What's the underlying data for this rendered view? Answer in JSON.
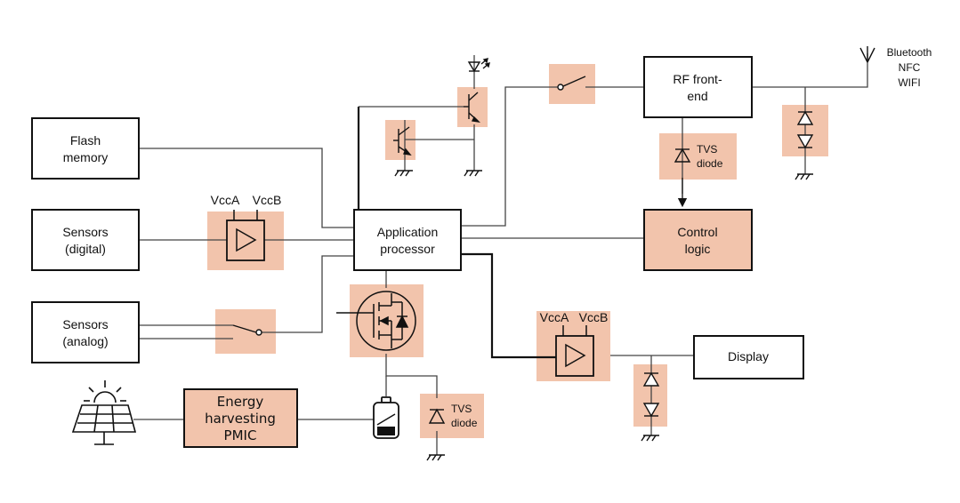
{
  "blocks": {
    "flash": [
      "Flash",
      "memory"
    ],
    "sensors_digital": [
      "Sensors",
      "(digital)"
    ],
    "sensors_analog": [
      "Sensors",
      "(analog)"
    ],
    "app_processor": [
      "Application",
      "processor"
    ],
    "rf_frontend": [
      "RF front-",
      "end"
    ],
    "control_logic": [
      "Control",
      "logic"
    ],
    "display": "Display",
    "energy_pmic": [
      "Energy",
      "harvesting",
      "PMIC"
    ]
  },
  "level_shifter": {
    "vcca": "VccA",
    "vccb": "VccB"
  },
  "tvs_label": [
    "TVS",
    "diode"
  ],
  "wireless": [
    "Bluetooth",
    "NFC",
    "WIFI"
  ],
  "colors": {
    "highlight": "#f2c4ac",
    "block_fill": "#f2c4ac",
    "line": "#333333"
  }
}
